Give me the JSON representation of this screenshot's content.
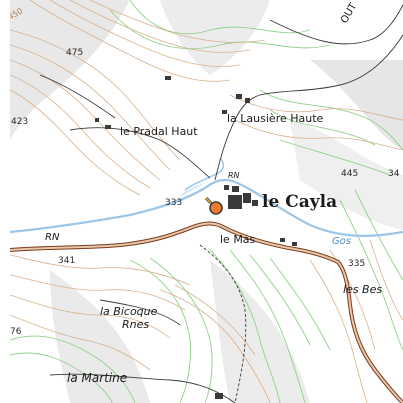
{
  "map": {
    "type": "topographic-map",
    "place_labels": {
      "le_cayla": "le Cayla",
      "la_lausiere_haute": "la Lausière Haute",
      "le_pradal_haut": "le Pradal Haut",
      "le_mas": "le Mas",
      "la_bicoque": "la Bicoque",
      "rnes": "Rnes",
      "la_martine": "la Martine",
      "les_bes": "les Bes"
    },
    "road_labels": {
      "rn_left": "RN",
      "rn_village": "RN"
    },
    "water_labels": {
      "gos": "Gos"
    },
    "corner_label": "OUT",
    "elevations": {
      "e475": "475",
      "e423": "423",
      "e445": "445",
      "e333": "333",
      "e341": "341",
      "e335": "335",
      "e76": "76",
      "e34": "34"
    },
    "contour_labels": {
      "c450": "450"
    },
    "marker": {
      "name": "location-marker",
      "color": "#f07a2e"
    },
    "colors": {
      "contour": "#d9b08c",
      "vegetation": "#8fd18a",
      "water": "#9cc6e8",
      "road": "#a0522d",
      "relief_shadow": "#cfcfcf"
    }
  }
}
